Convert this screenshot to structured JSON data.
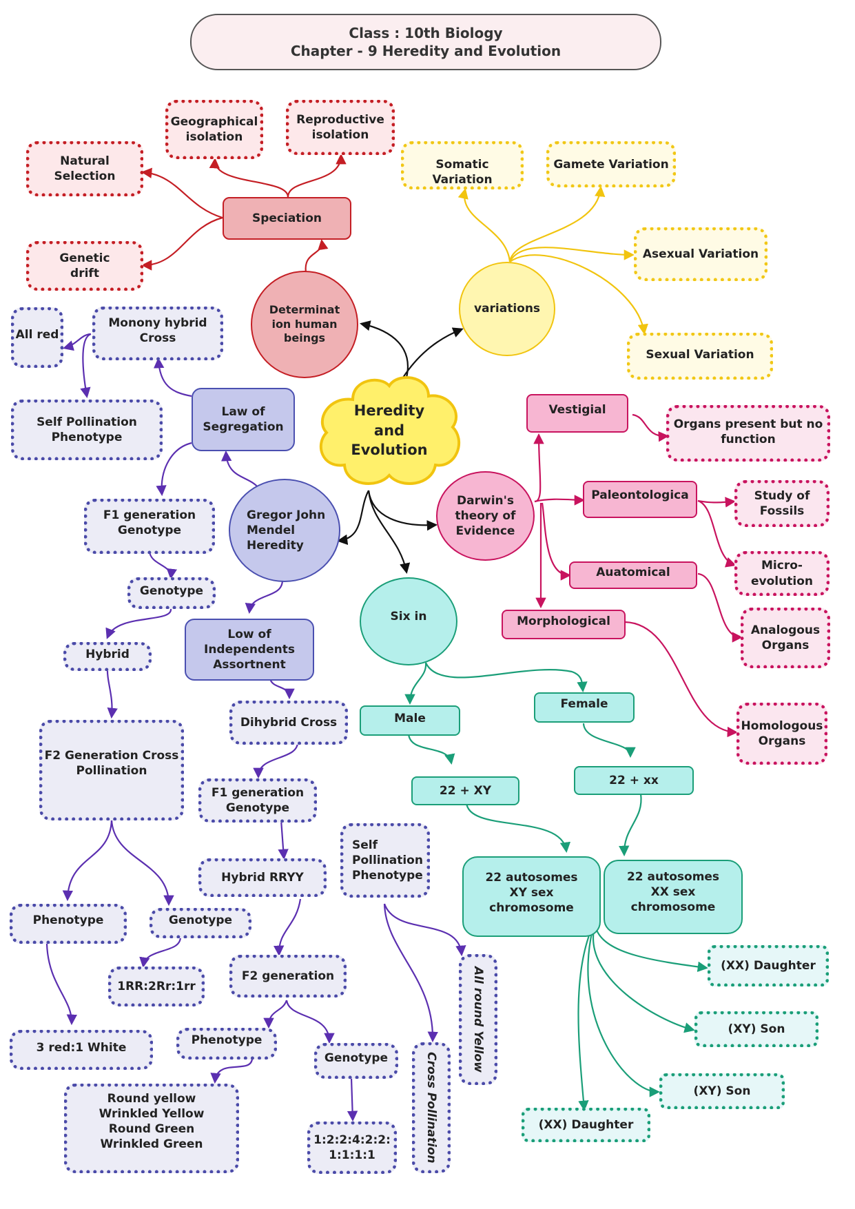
{
  "header": {
    "title": "Class : 10th Biology\nChapter - 9 Heredity and Evolution"
  },
  "colors": {
    "red": "#c41e24",
    "yellow": "#f1c40f",
    "purple": "#5b2fb0",
    "pink": "#c8135e",
    "teal": "#1a9e78",
    "black": "#111111"
  },
  "center": {
    "label": "Heredity\nand\nEvolution",
    "shape": "cloud-icon"
  },
  "speciation_branch": {
    "determination": "Determinat\nion human\nbeings",
    "speciation": "Speciation",
    "natural_selection": "Natural\nSelection",
    "genetic_drift": "Genetic\ndrift",
    "geographical_isolation": "Geographical\nisolation",
    "reproductive_isolation": "Reproductive\nisolation"
  },
  "variations_branch": {
    "variations": "variations",
    "somatic": "Somatic Variation",
    "gamete": "Gamete Variation",
    "asexual": "Asexual Variation",
    "sexual": "Sexual Variation"
  },
  "darwin_branch": {
    "darwin": "Darwin's\ntheory of\nEvidence",
    "vestigial": "Vestigial",
    "organs_no_function": "Organs present but no\nfunction",
    "paleontological": "Paleontologica",
    "study_fossils": "Study of\nFossils",
    "micro_evolution": "Micro-\nevolution",
    "anatomical": "Auatomical",
    "analogous": "Analogous\nOrgans",
    "morphological": "Morphological",
    "homologous": "Homologous\nOrgans"
  },
  "sex_branch": {
    "six_in": "Six in",
    "male": "Male",
    "female": "Female",
    "male_chromosomes": "22 + XY",
    "female_chromosomes": "22 + xx",
    "male_detail": "22 autosomes\nXY sex\nchromosome",
    "female_detail": "22 autosomes\nXX sex\nchromosome",
    "offspring": [
      "(XX) Daughter",
      "(XY) Son",
      "(XY) Son",
      "(XX) Daughter"
    ]
  },
  "mendel_branch": {
    "mendel": "Gregor John\nMendel\nHeredity",
    "law_segregation": "Law of\nSegregation",
    "monohybrid": "Monony hybrid\nCross",
    "all_red": "All red",
    "self_pollination_phenotype": "Self Pollination\nPhenotype",
    "f1_genotype": "F1 generation\nGenotype",
    "genotype": "Genotype",
    "hybrid": "Hybrid",
    "f2_cross": "F2 Generation Cross\nPollination",
    "phenotype": "Phenotype",
    "genotype2": "Genotype",
    "ratio_genotype": "1RR:2Rr:1rr",
    "ratio_phenotype": "3 red:1 White",
    "law_independent": "Low of\nIndependents\nAssortnent",
    "dihybrid": "Dihybrid Cross",
    "f1_genotype2": "F1 generation\nGenotype",
    "hybrid_rryy": "Hybrid RRYY",
    "f2_generation": "F2 generation",
    "phenotype2": "Phenotype",
    "genotype3": "Genotype",
    "phenotype_list": "Round yellow\nWrinkled Yellow\nRound Green\nWrinkled Green",
    "genotype_ratio": "1:2:2:4:2:2:\n1:1:1:1",
    "self_pollination2": "Self\nPollination\nPhenotype",
    "cross_pollination": "Cross Pollination",
    "all_round_yellow": "All round Yellow"
  }
}
